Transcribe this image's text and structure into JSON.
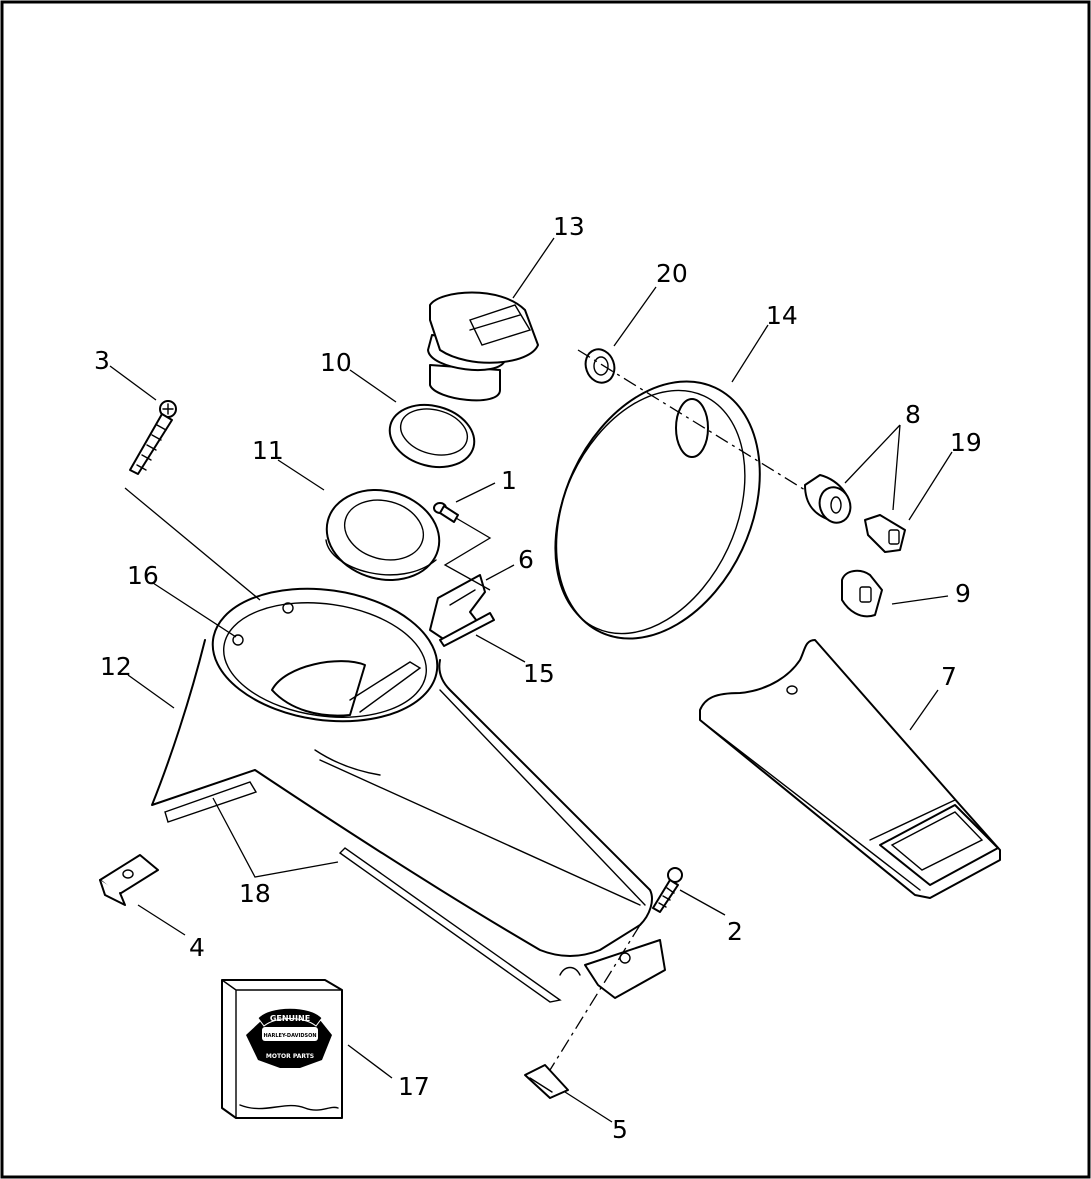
{
  "colors": {
    "line": "#000000",
    "background": "#ffffff"
  },
  "callouts": [
    {
      "label": "1"
    },
    {
      "label": "2"
    },
    {
      "label": "3"
    },
    {
      "label": "4"
    },
    {
      "label": "5"
    },
    {
      "label": "6"
    },
    {
      "label": "7"
    },
    {
      "label": "8"
    },
    {
      "label": "9"
    },
    {
      "label": "10"
    },
    {
      "label": "11"
    },
    {
      "label": "12"
    },
    {
      "label": "13"
    },
    {
      "label": "14"
    },
    {
      "label": "15"
    },
    {
      "label": "16"
    },
    {
      "label": "17"
    },
    {
      "label": "18"
    },
    {
      "label": "19"
    },
    {
      "label": "20"
    }
  ],
  "logo": {
    "top": "GENUINE",
    "brand_line1": "HARLEY-DAVIDSON",
    "bottom": "MOTOR PARTS"
  }
}
